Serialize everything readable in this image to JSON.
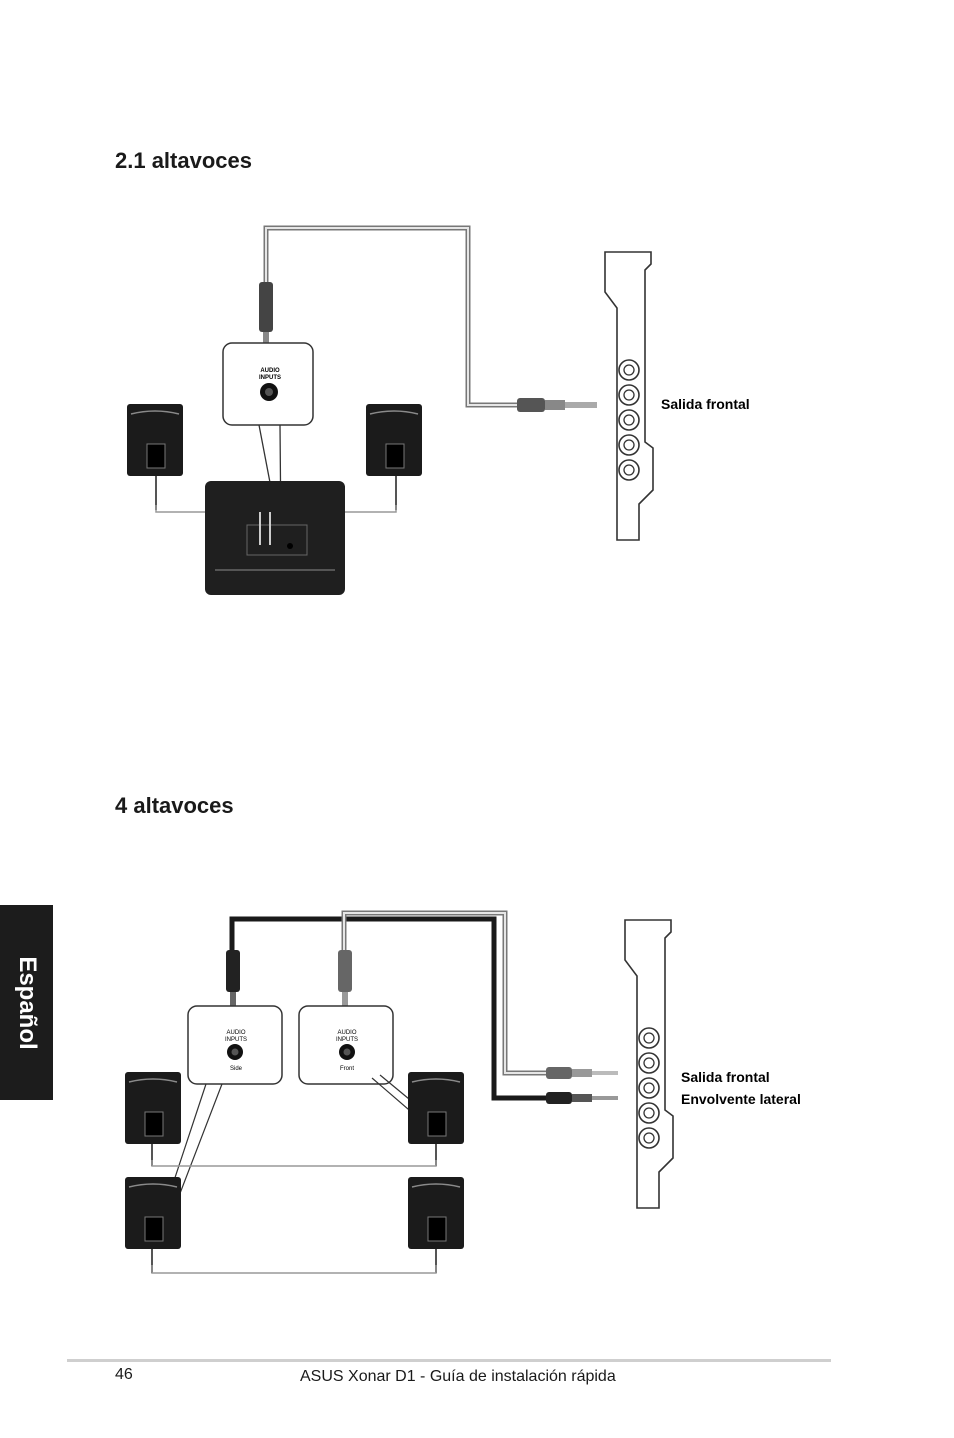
{
  "section1": {
    "heading": "2.1 altavoces",
    "input_label_line1": "AUDIO",
    "input_label_line2": "INPUTS",
    "port_label": "Salida frontal"
  },
  "section2": {
    "heading": "4 altavoces",
    "input_left_line1": "AUDIO",
    "input_left_line2": "INPUTS",
    "input_left_caption": "Side",
    "input_right_line1": "AUDIO",
    "input_right_line2": "INPUTS",
    "input_right_caption": "Front",
    "port_label_1": "Salida frontal",
    "port_label_2": "Envolvente lateral"
  },
  "side_tab": "Español",
  "footer": {
    "page_number": "46",
    "title": "ASUS Xonar D1 - Guía de instalación rápida"
  }
}
